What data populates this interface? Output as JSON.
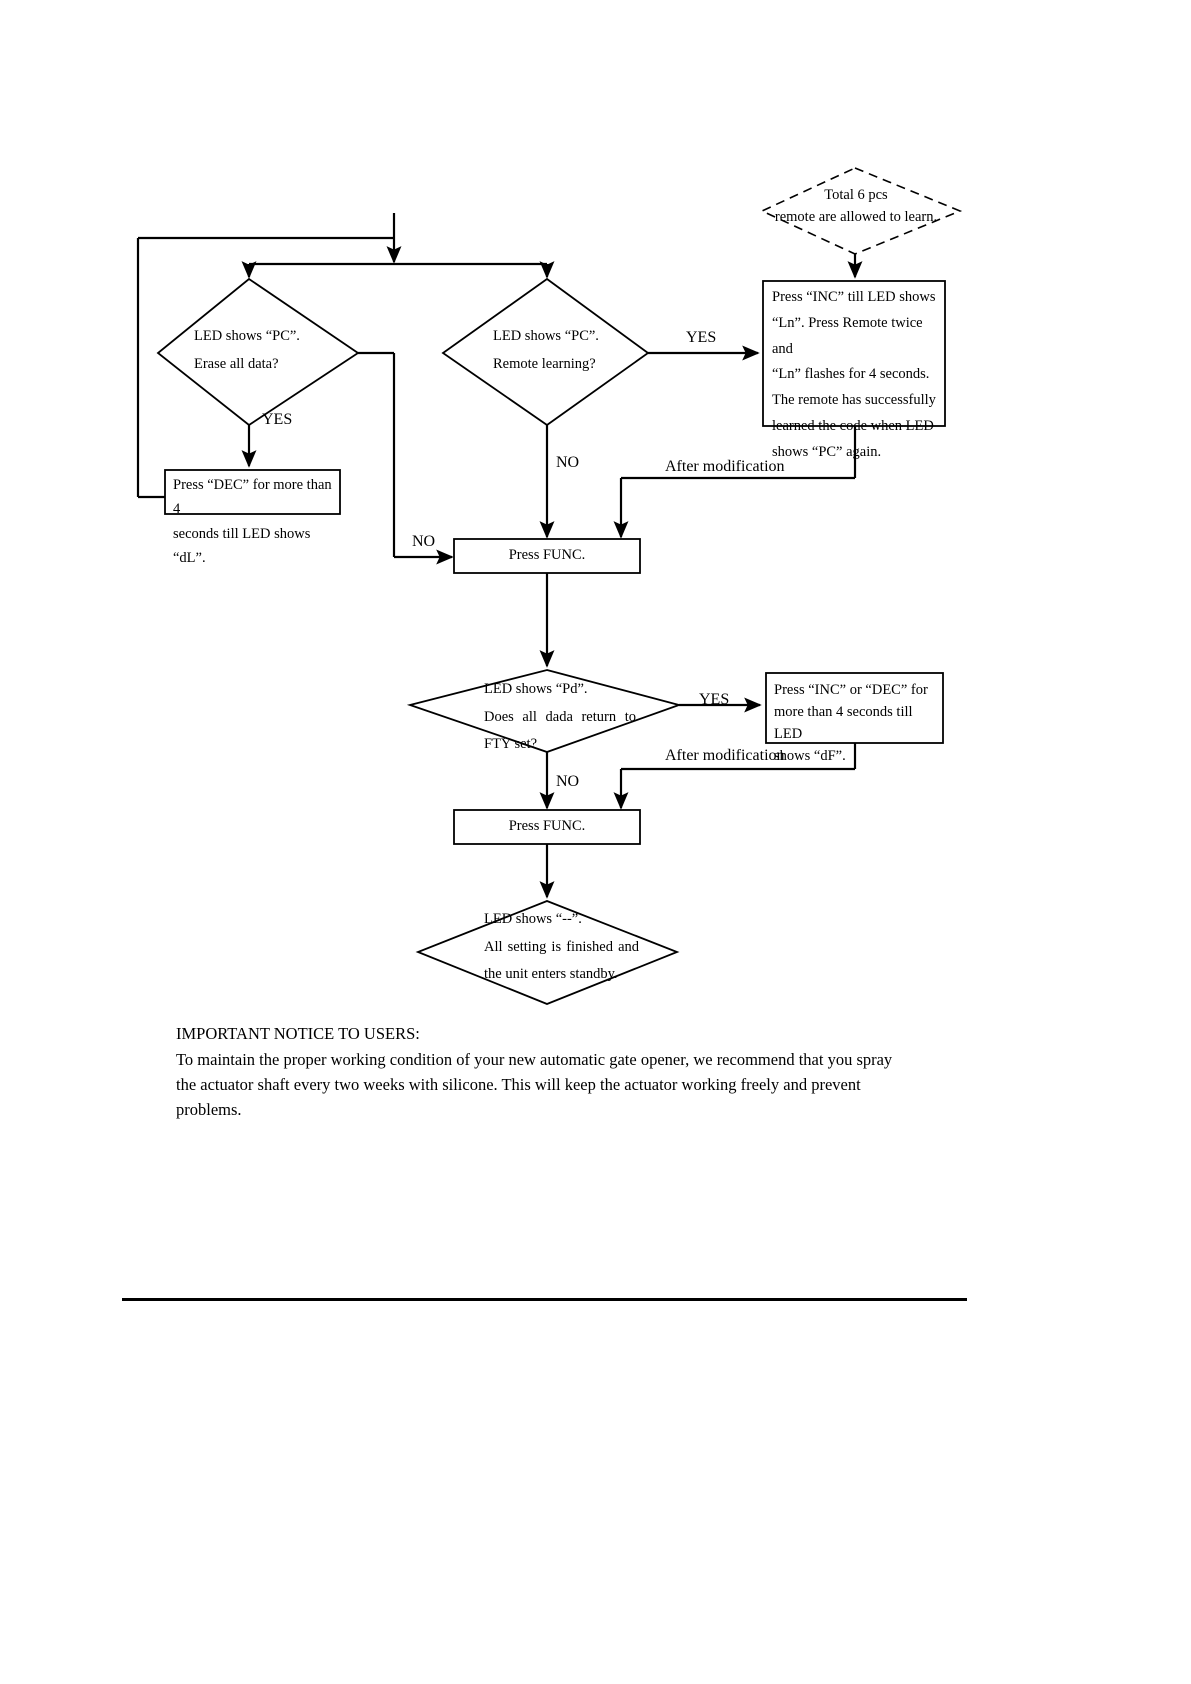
{
  "document": {
    "type": "flowchart",
    "title": "Gate opener programming flowchart"
  },
  "flowchart": {
    "nodes": [
      {
        "id": "note-total-remote",
        "shape": "diamond-dashed",
        "lines": [
          "Total 6 pcs",
          "remote are allowed to learn."
        ]
      },
      {
        "id": "decision-erase",
        "shape": "diamond",
        "lines": [
          "LED shows “PC”.",
          "Erase all data?"
        ]
      },
      {
        "id": "decision-remote-learning",
        "shape": "diamond",
        "lines": [
          "LED shows “PC”.",
          "Remote learning?"
        ]
      },
      {
        "id": "process-learn-remote",
        "shape": "rect",
        "lines": [
          "Press “INC” till LED shows",
          "“Ln”. Press Remote twice and",
          "“Ln” flashes for 4 seconds.",
          "The remote has successfully",
          "learned the code when LED",
          "shows “PC” again."
        ]
      },
      {
        "id": "process-erase",
        "shape": "rect",
        "lines": [
          "Press “DEC” for more than 4",
          "seconds till LED shows “dL”."
        ]
      },
      {
        "id": "process-func-1",
        "shape": "rect",
        "lines": [
          "Press FUNC."
        ]
      },
      {
        "id": "decision-fty",
        "shape": "diamond",
        "lines": [
          "LED shows “Pd”.",
          "Does all dada return to",
          "FTY set?"
        ]
      },
      {
        "id": "process-fty-reset",
        "shape": "rect",
        "lines": [
          "Press “INC” or “DEC” for",
          "more than 4 seconds till LED",
          "shows “dF”."
        ]
      },
      {
        "id": "process-func-2",
        "shape": "rect",
        "lines": [
          "Press FUNC."
        ]
      },
      {
        "id": "terminal-standby",
        "shape": "diamond",
        "lines": [
          "LED shows “--”.",
          "All setting is finished and",
          "the unit enters standby."
        ]
      }
    ],
    "edge_labels": {
      "erase_yes": "YES",
      "erase_no": "NO",
      "remote_yes": "YES",
      "remote_no": "NO",
      "after_modification_1": "After modification",
      "fty_yes": "YES",
      "fty_no": "NO",
      "after_modification_2": "After modification"
    }
  },
  "notice": {
    "title": "IMPORTANT NOTICE TO USERS:",
    "body": "To maintain the proper working condition of your new automatic gate opener, we recommend that you spray the actuator shaft every two weeks with silicone. This will keep the actuator working freely and prevent problems."
  }
}
